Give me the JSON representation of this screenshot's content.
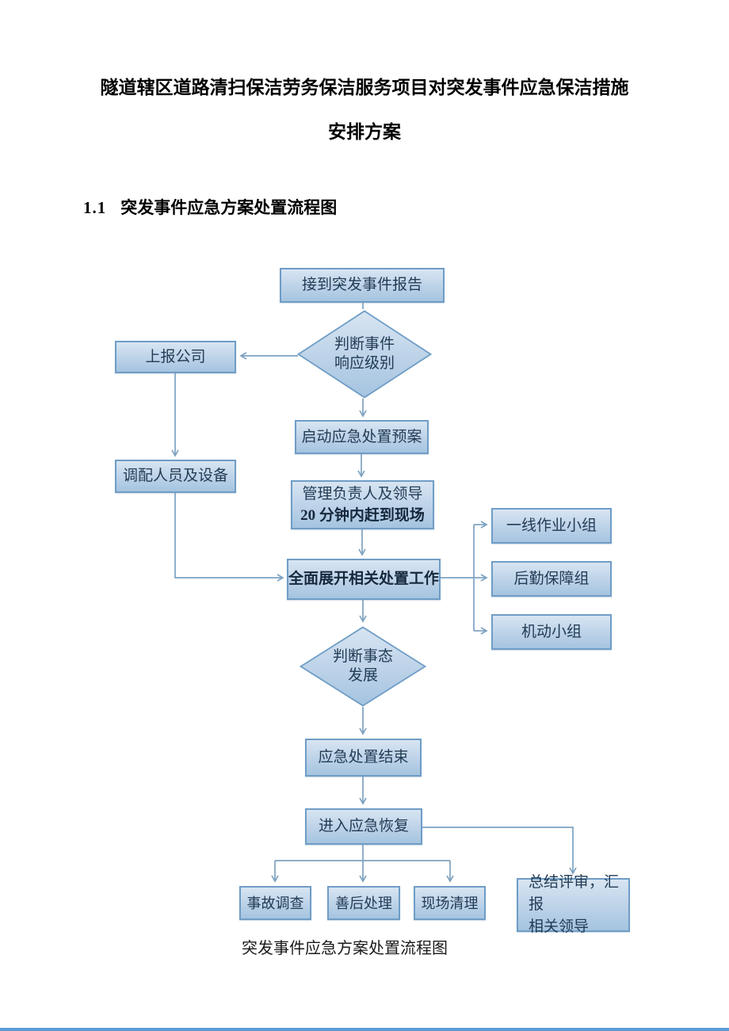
{
  "title": {
    "line1": "隧道辖区道路清扫保洁劳务保洁服务项目对突发事件应急保洁措施",
    "line2": "安排方案"
  },
  "heading": {
    "number": "1.1",
    "text": "突发事件应急方案处置流程图"
  },
  "flowchart": {
    "caption": "突发事件应急方案处置流程图",
    "nodes": {
      "report": "接到突发事件报告",
      "judge_level_line1": "判断事件",
      "judge_level_line2": "响应级别",
      "report_company": "上报公司",
      "start_plan": "启动应急处置预案",
      "dispatch": "调配人员及设备",
      "leader_line1": "管理负责人及领导",
      "leader_line2": "20 分钟内赶到现场",
      "work": "全面展开相关处置工作",
      "frontline": "一线作业小组",
      "logistics": "后勤保障组",
      "mobile": "机动小组",
      "judge_trend_line1": "判断事态",
      "judge_trend_line2": "发展",
      "end": "应急处置结束",
      "recovery": "进入应急恢复",
      "investigate": "事故调查",
      "aftermath": "善后处理",
      "cleanup": "现场清理",
      "review_line1": "总结评审，汇报",
      "review_line2": "相关领导"
    }
  },
  "colors": {
    "box_fill_top": "#d8e5f2",
    "box_fill_bottom": "#a5c4e0",
    "box_border": "#6f9dc6",
    "connector": "#7da2c1",
    "box_text": "#223c55",
    "bottom_rule": "#5b9bd5"
  }
}
